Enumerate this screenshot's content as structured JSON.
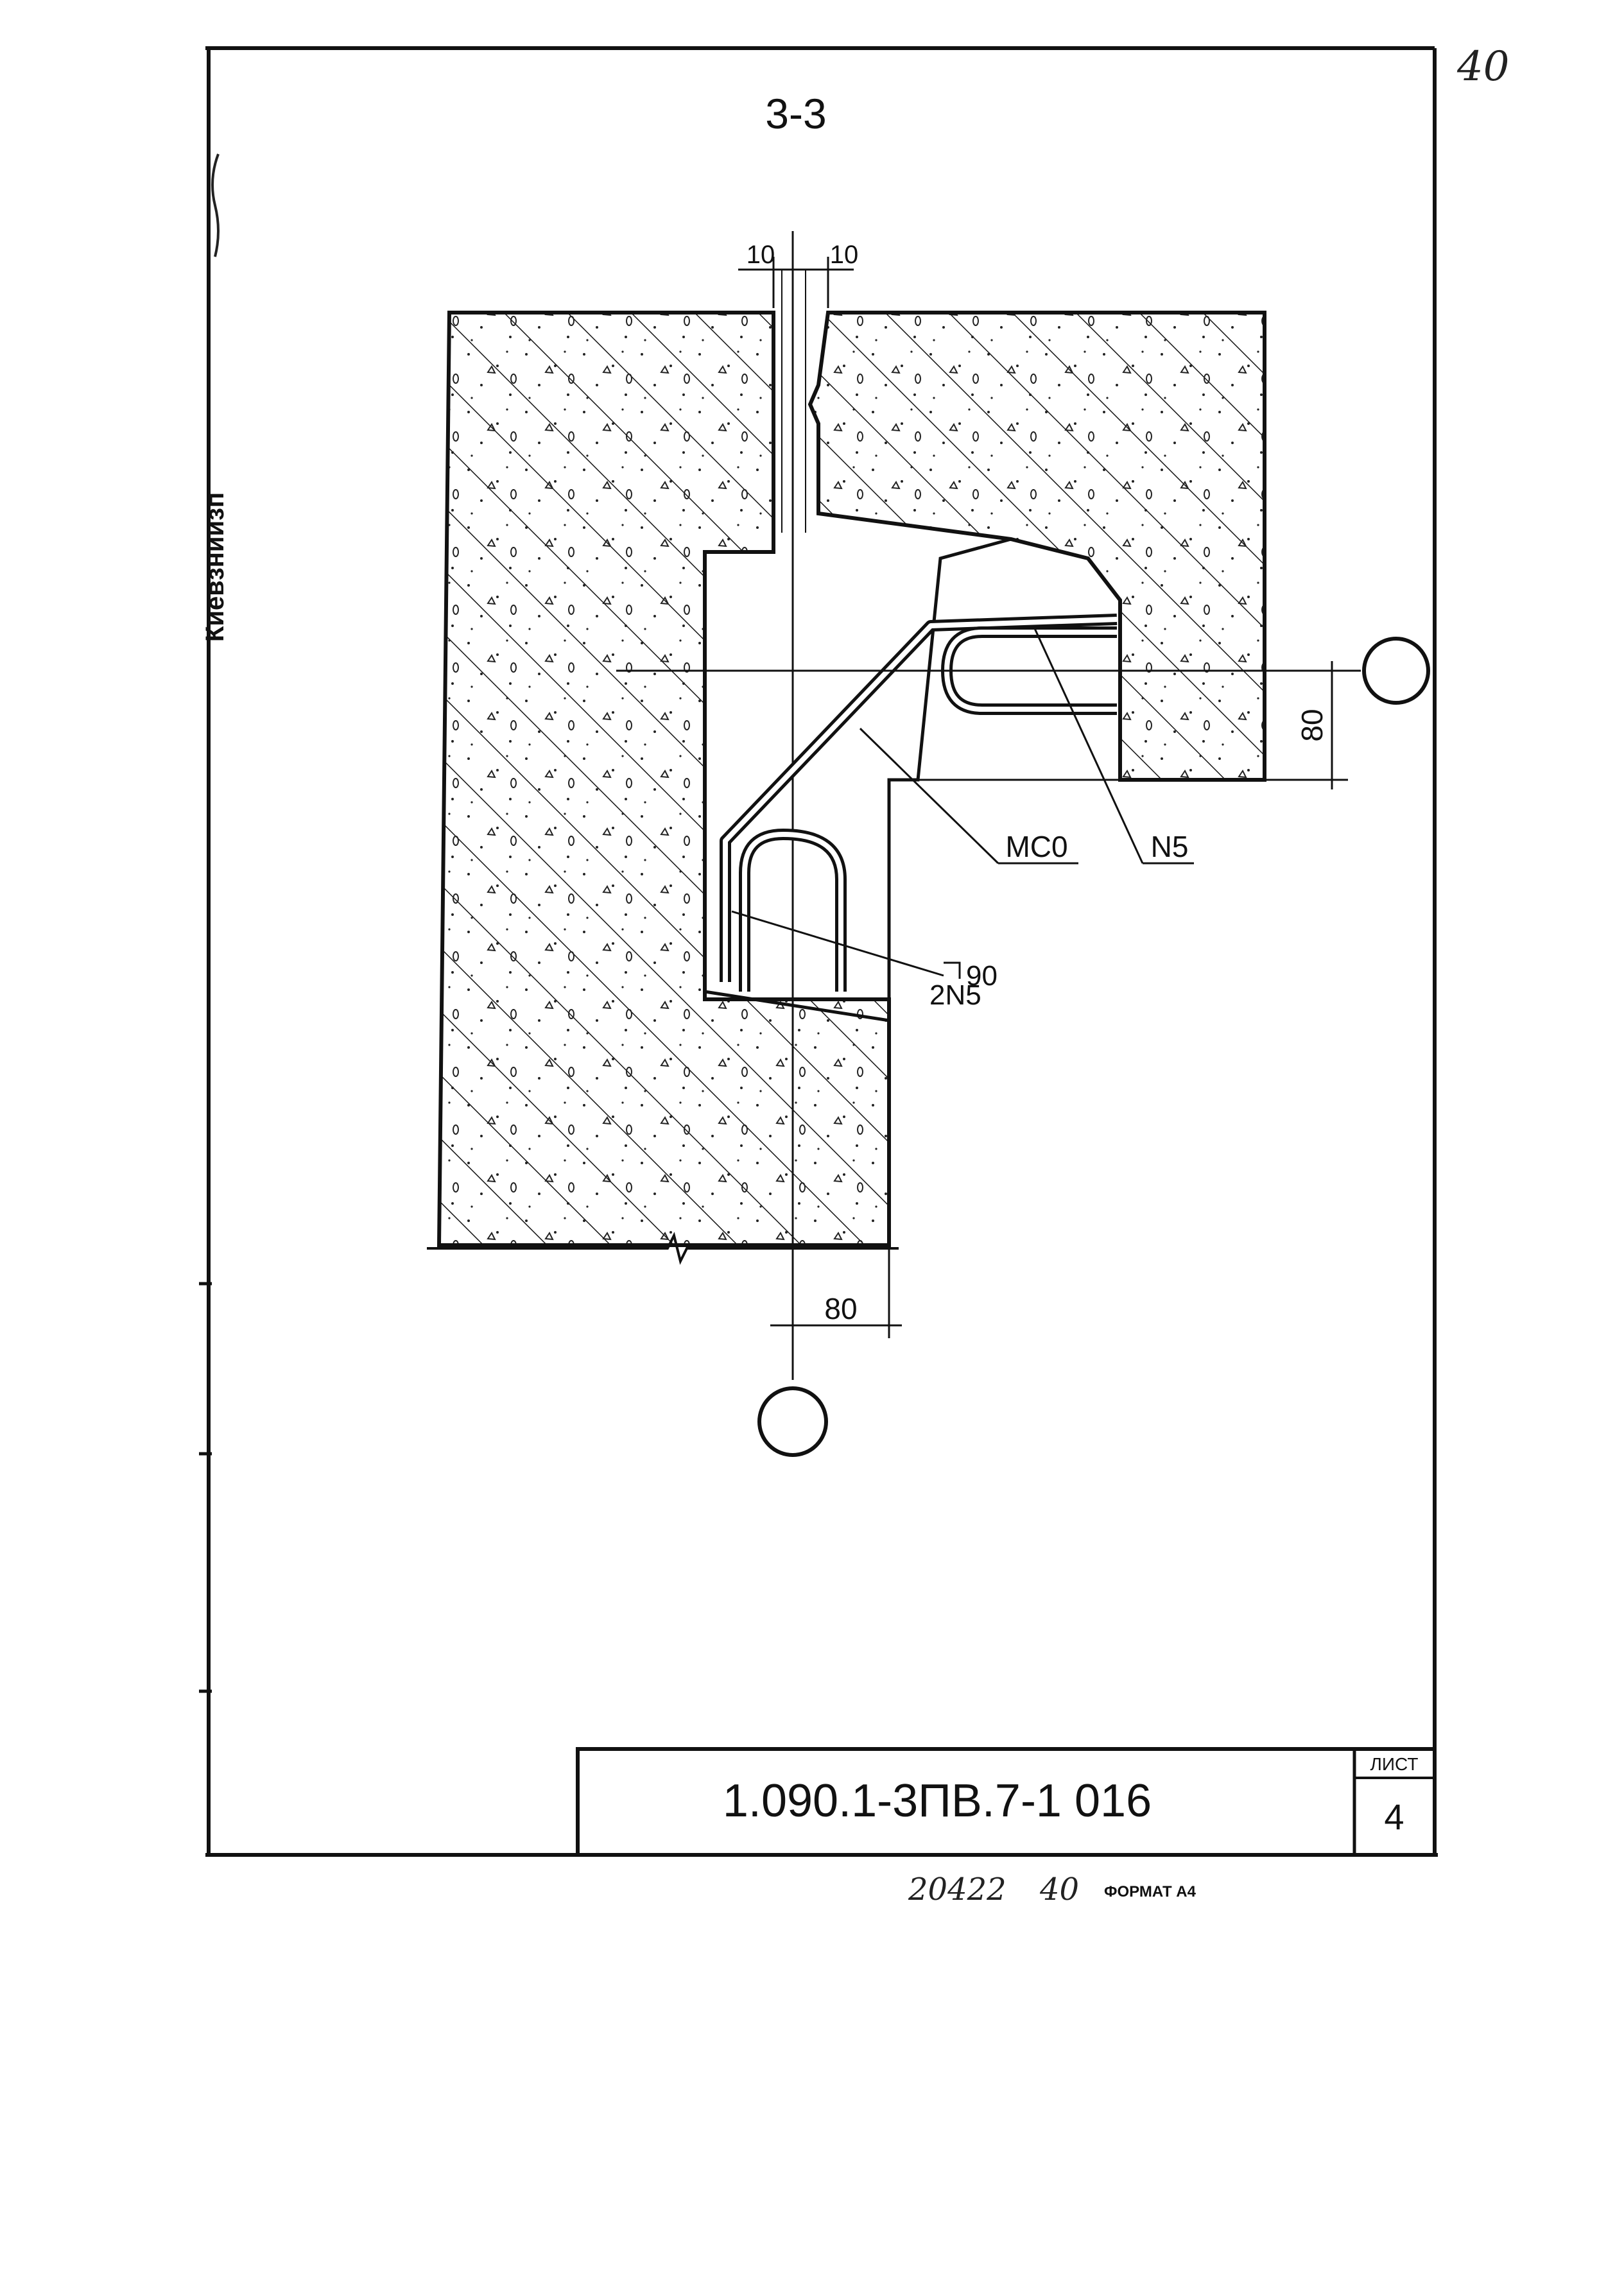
{
  "page_number_corner": "40",
  "section_title": "3-3",
  "dimensions": {
    "gap_left": "10",
    "gap_right": "10",
    "right_offset": "80",
    "bottom_offset": "80",
    "angle": "90"
  },
  "callouts": {
    "mc": "MC0",
    "n5": "N5",
    "two_n5": "2N5"
  },
  "side_strip_text": "Киевзниизп",
  "title_block": {
    "code": "1.090.1-3ПВ.7-1   016",
    "sheet_label": "ЛИСТ",
    "sheet_number": "4"
  },
  "footer": {
    "inventory": "20422",
    "inventory_suffix": "40",
    "format": "ФОРМАТ А4"
  },
  "colors": {
    "ink": "#111111",
    "paper": "#ffffff"
  }
}
